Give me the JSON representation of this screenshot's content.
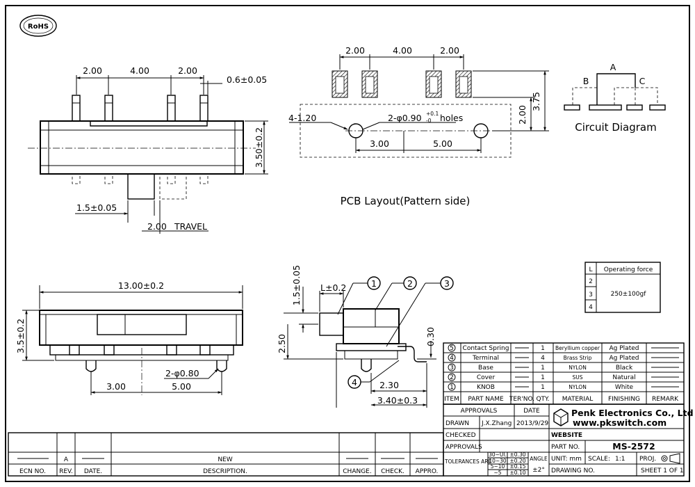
{
  "badge": {
    "rohs": "RoHS"
  },
  "top_view": {
    "dim_pitch_left": "2.00",
    "dim_pitch_mid": "4.00",
    "dim_pitch_right": "2.00",
    "dim_pin_width": "0.6±0.05",
    "dim_height": "3.50±0.2",
    "dim_knob": "1.5±0.05",
    "dim_travel": "2.00",
    "travel_label": "TRAVEL"
  },
  "pcb_layout": {
    "dim_pitch_left": "2.00",
    "dim_pitch_mid": "4.00",
    "dim_pitch_right": "2.00",
    "dim_row": "2.00",
    "dim_total_height": "3.75",
    "dim_slot": "4-1.20",
    "dim_holes": "2-φ0.90",
    "dim_holes_tol": "+0.1",
    "dim_holes_tol2": "-0",
    "dim_holes_suffix": "holes",
    "dim_hole_left": "3.00",
    "dim_hole_span": "5.00",
    "title": "PCB Layout(Pattern side)"
  },
  "circuit": {
    "label_a": "A",
    "label_b": "B",
    "label_c": "C",
    "title": "Circuit  Diagram"
  },
  "front_view": {
    "dim_length": "13.00±0.2",
    "dim_height": "3.5±0.2",
    "dim_post": "2-φ0.80",
    "dim_post_left": "3.00",
    "dim_post_span": "5.00"
  },
  "side_view": {
    "dim_knob_h": "1.5±0.05",
    "dim_knob_l": "L±0.2",
    "dim_total": "2.50",
    "dim_lead": "0.30",
    "dim_base": "2.30",
    "dim_width": "3.40±0.3",
    "callout_1": "1",
    "callout_2": "2",
    "callout_3": "3",
    "callout_4": "4"
  },
  "force_table": {
    "header_l": "L",
    "header_force": "Operating force",
    "rows": [
      "2",
      "3",
      "4"
    ],
    "value": "250±100gf"
  },
  "bom": {
    "rows": [
      {
        "item": "5",
        "name": "Contact Spring",
        "terno": "",
        "qty": "1",
        "material": "Beryllium copper",
        "finishing": "Ag Plated",
        "remark": ""
      },
      {
        "item": "4",
        "name": "Terminal",
        "terno": "",
        "qty": "4",
        "material": "Brass Strip",
        "finishing": "Ag Plated",
        "remark": ""
      },
      {
        "item": "3",
        "name": "Base",
        "terno": "",
        "qty": "1",
        "material": "NYLON",
        "finishing": "Black",
        "remark": ""
      },
      {
        "item": "2",
        "name": "Cover",
        "terno": "",
        "qty": "1",
        "material": "SUS",
        "finishing": "Natural",
        "remark": ""
      },
      {
        "item": "1",
        "name": "KNOB",
        "terno": "",
        "qty": "1",
        "material": "NYLON",
        "finishing": "White",
        "remark": ""
      }
    ],
    "headers": [
      "ITEM",
      "PART NAME",
      "TER'NO.",
      "QTY.",
      "MATERIAL",
      "FINISHING",
      "REMARK"
    ]
  },
  "title_block": {
    "approvals": "APPROVALS",
    "date": "DATE",
    "drawn": "DRAWN",
    "drawn_by": "J.X.Zhang",
    "drawn_date": "2013/9/29",
    "checked": "CHECKED",
    "approvals2": "APPROVALS",
    "tolerances": "TOLERANCES ARE",
    "tol_ranges": [
      "30~Ul.",
      "10~30",
      "5~10",
      "~5"
    ],
    "tol_values": [
      "±0.30",
      "±0.20",
      "±0.15",
      "±0.10"
    ],
    "angle": "ANGLE",
    "angle_value": "±2°",
    "company": "Penk Electronics Co., Ltd",
    "website_url": "www.pkswitch.com",
    "website": "WEBSITE",
    "part_no_label": "PART NO.",
    "part_no": "MS-2572",
    "unit": "UNIT: mm",
    "scale_label": "SCALE:",
    "scale": "1:1",
    "proj": "PROJ.",
    "drawing_no": "DRAWING NO.",
    "sheet": "SHEET  1  OF  1"
  },
  "revision": {
    "rev": "A",
    "description": "NEW",
    "headers": [
      "ECN NO.",
      "REV.",
      "DATE.",
      "DESCRIPTION.",
      "CHANGE.",
      "CHECK.",
      "APPRO."
    ]
  }
}
